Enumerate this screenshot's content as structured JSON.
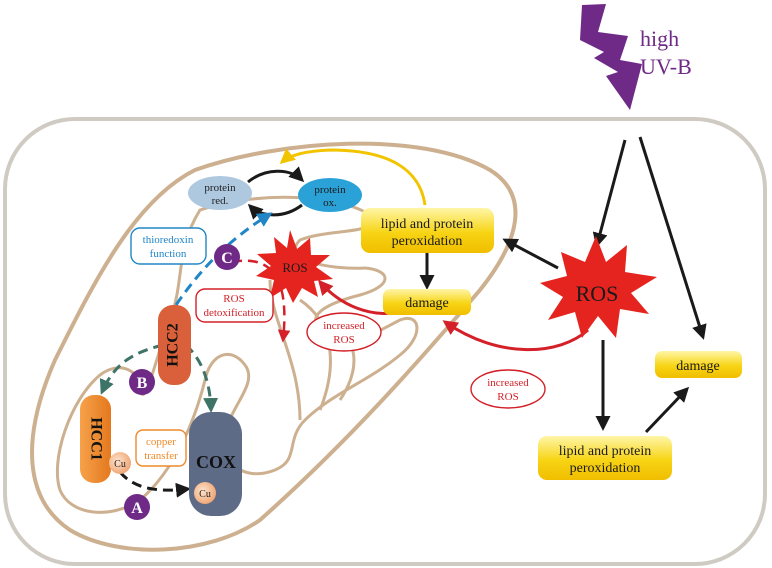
{
  "uv": {
    "line1": "high",
    "line2": "UV-B"
  },
  "nodes": {
    "protein_red": [
      "protein",
      "red."
    ],
    "protein_ox": [
      "protein",
      "ox."
    ],
    "lipid_top": [
      "lipid and protein",
      "peroxidation"
    ],
    "damage_inner": "damage",
    "ros_big": "ROS",
    "ros_small": "ROS",
    "damage_right": "damage",
    "lipid_bottom": [
      "lipid and protein",
      "peroxidation"
    ],
    "hcc1": "HCC1",
    "hcc2": "HCC2",
    "cox": "COX",
    "cu": "Cu"
  },
  "labels": {
    "thioredoxin": [
      "thioredoxin",
      "function"
    ],
    "ros_detox": [
      "ROS",
      "detoxification"
    ],
    "increased_ros_inner": [
      "increased",
      "ROS"
    ],
    "increased_ros_outer": [
      "increased",
      "ROS"
    ],
    "copper_transfer": [
      "copper",
      "transfer"
    ]
  },
  "markers": {
    "a": "A",
    "b": "B",
    "c": "C"
  },
  "colors": {
    "cell": "#cfcbc3",
    "mito": "#cdb08f",
    "yellow": "#f7d100",
    "red": "#d42028",
    "purple": "#6e2a86",
    "blue": "#2186c6",
    "green": "#3e7468",
    "cox": "#5d6b86",
    "orange": "#ee8a2a",
    "hcc2": "#d9603a"
  }
}
